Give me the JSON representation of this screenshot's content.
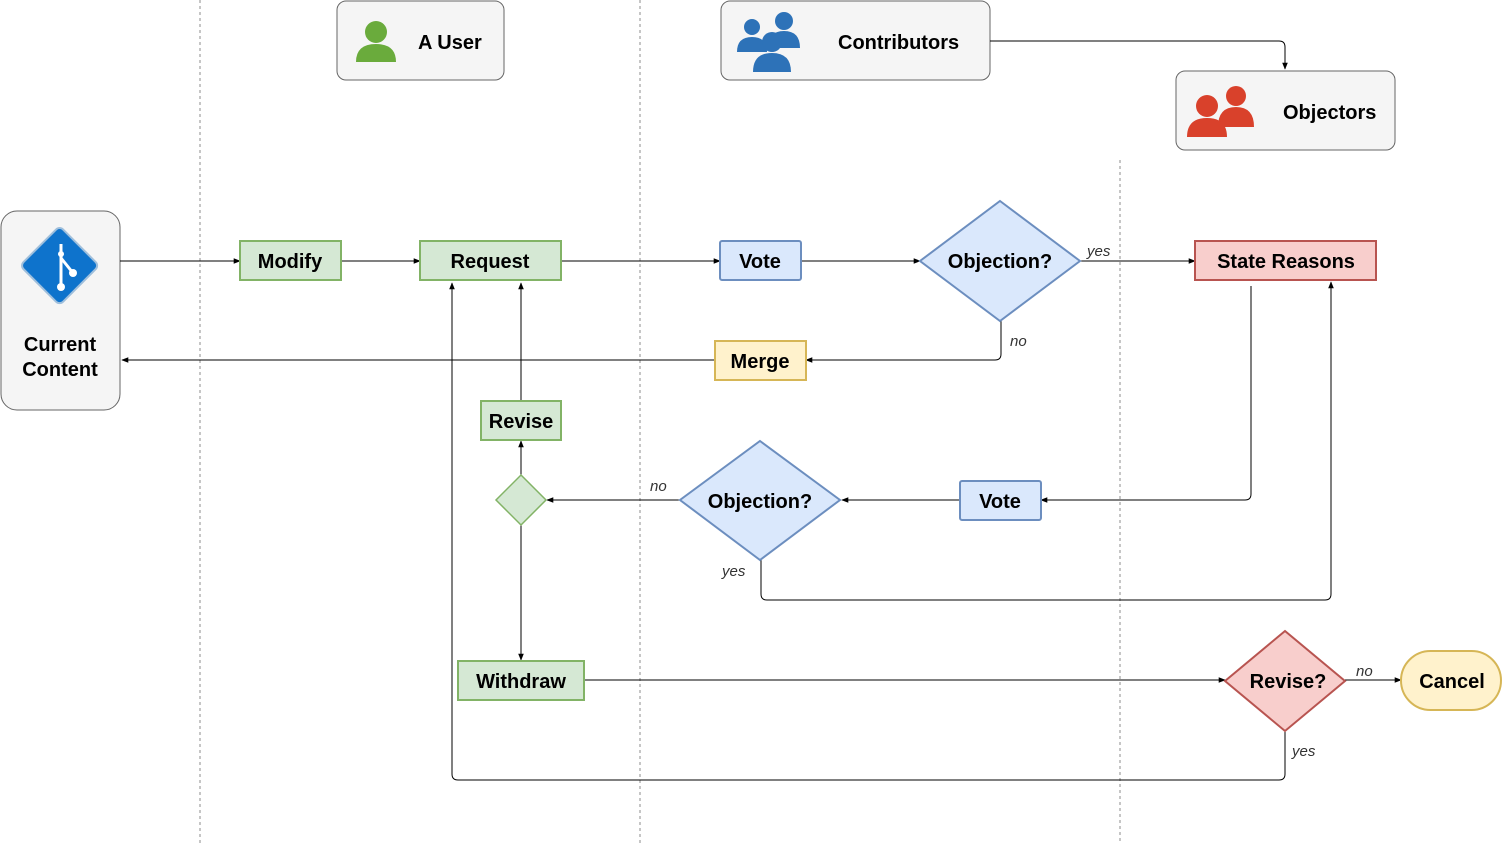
{
  "roles": {
    "user": {
      "label": "A User",
      "icon": "user-icon",
      "color": "#6aab3c"
    },
    "contributors": {
      "label": "Contributors",
      "icon": "group-icon",
      "color": "#2d72b8"
    },
    "objectors": {
      "label": "Objectors",
      "icon": "group-icon",
      "color": "#d9412b"
    }
  },
  "repo": {
    "label_line1": "Current",
    "label_line2": "Content",
    "icon": "git-icon",
    "color": "#0e73cc"
  },
  "nodes": {
    "modify": "Modify",
    "request": "Request",
    "vote1": "Vote",
    "objection1": "Objection?",
    "state_reasons": "State Reasons",
    "merge": "Merge",
    "revise": "Revise",
    "objection2": "Objection?",
    "vote2": "Vote",
    "withdraw": "Withdraw",
    "revise_q": "Revise?",
    "cancel": "Cancel"
  },
  "edge_labels": {
    "yes": "yes",
    "no": "no"
  },
  "colors": {
    "green_fill": "#d5e8d4",
    "green_stroke": "#82b366",
    "blue_fill": "#dae8fc",
    "blue_stroke": "#6c8ebf",
    "red_fill": "#f8cecc",
    "red_stroke": "#b85450",
    "yellow_fill": "#fff2cc",
    "yellow_stroke": "#d6b656",
    "lane_fill": "#f5f5f5",
    "lane_stroke": "#666666"
  }
}
